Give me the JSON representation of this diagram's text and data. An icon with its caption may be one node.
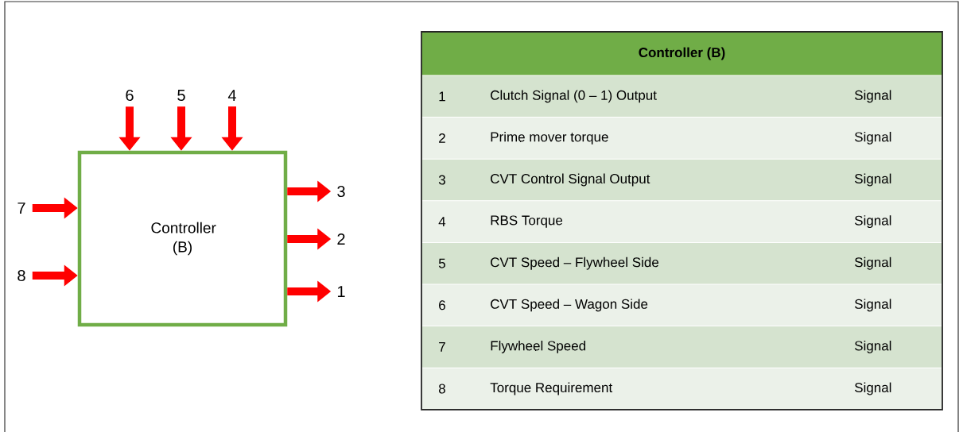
{
  "diagram": {
    "nodes": [
      {
        "text": [
          "Controller (B)"
        ]
      },
      {
        "text": [
          "6"
        ]
      },
      {
        "text": [
          "5"
        ]
      },
      {
        "text": [
          "4"
        ]
      },
      {
        "text": [
          "7"
        ]
      },
      {
        "text": [
          "8"
        ]
      },
      {
        "text": [
          "3"
        ]
      },
      {
        "text": [
          "2"
        ]
      },
      {
        "text": [
          "1"
        ]
      }
    ],
    "edges": [
      {
        "from": 1,
        "to": 0,
        "arrow": "to"
      },
      {
        "from": 2,
        "to": 0,
        "arrow": "to"
      },
      {
        "from": 3,
        "to": 0,
        "arrow": "to"
      },
      {
        "from": 4,
        "to": 0,
        "arrow": "to"
      },
      {
        "from": 5,
        "to": 0,
        "arrow": "to"
      },
      {
        "from": 0,
        "to": 6,
        "arrow": "to"
      },
      {
        "from": 0,
        "to": 7,
        "arrow": "to"
      },
      {
        "from": 0,
        "to": 8,
        "arrow": "to"
      }
    ],
    "labels": [
      "Controller (B)",
      "1",
      "Clutch Signal (0 – 1) Output",
      "Signal",
      "2",
      "Prime mover torque",
      "Signal",
      "3",
      "CVT Control Signal Output",
      "Signal",
      "4",
      "RBS Torque",
      "Signal",
      "5",
      "CVT Speed – Flywheel Side",
      "Signal",
      "6",
      "CVT Speed – Wagon Side",
      "Signal",
      "7",
      "Flywheel Speed",
      "Signal",
      "8",
      "Torque Requirement",
      "Signal"
    ]
  }
}
